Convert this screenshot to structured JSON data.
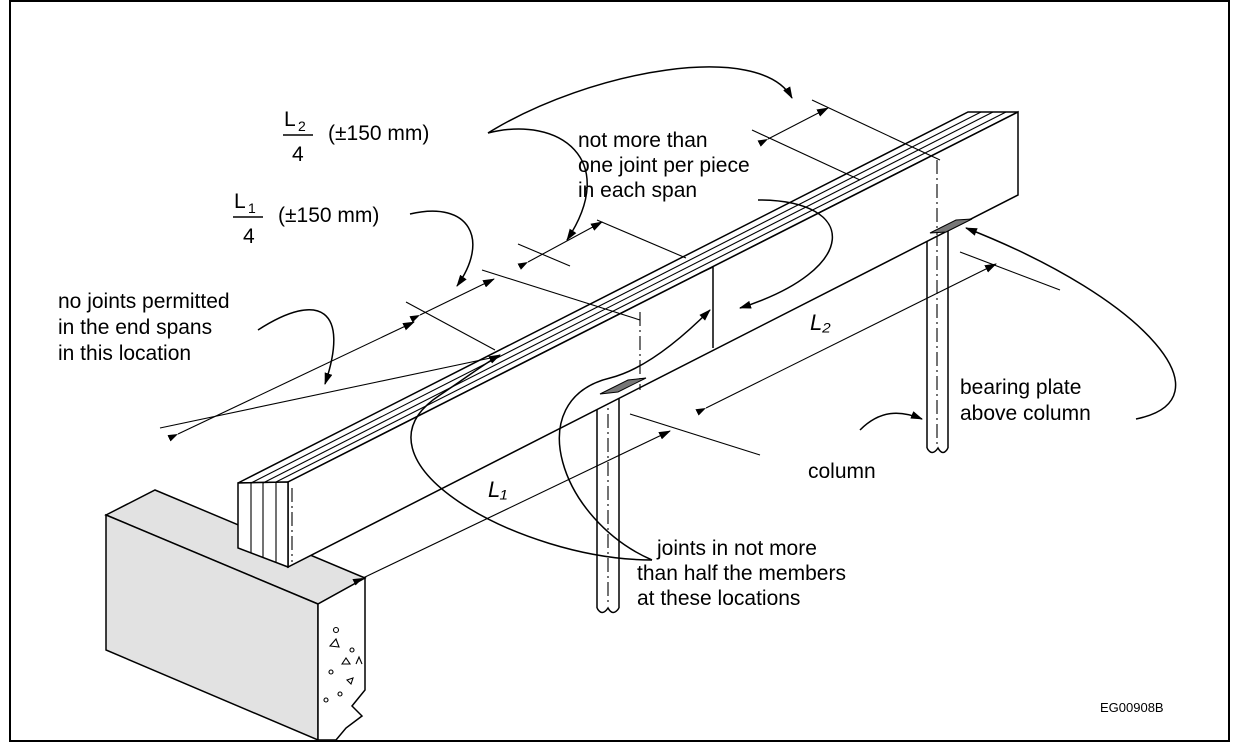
{
  "labels": {
    "l2_num": "L",
    "l2_sub": "2",
    "l2_den": "4",
    "l2_tol": "(±150 mm)",
    "l1_num": "L",
    "l1_sub": "1",
    "l1_den": "4",
    "l1_tol": "(±150 mm)",
    "one_joint": [
      "not more than",
      "one joint per piece",
      "in each span"
    ],
    "no_joints": [
      "no joints permitted",
      "in the end spans",
      "in this location"
    ],
    "bearing_plate": [
      "bearing plate",
      "above column"
    ],
    "column": "column",
    "half_members": [
      "joints in not more",
      "than half the members",
      "at these locations"
    ],
    "span1": "L₁",
    "span2": "L₂",
    "figure_code": "EG00908B"
  },
  "colors": {
    "line": "#000000",
    "wall_fill": "#e2e2e2",
    "background": "#ffffff"
  }
}
